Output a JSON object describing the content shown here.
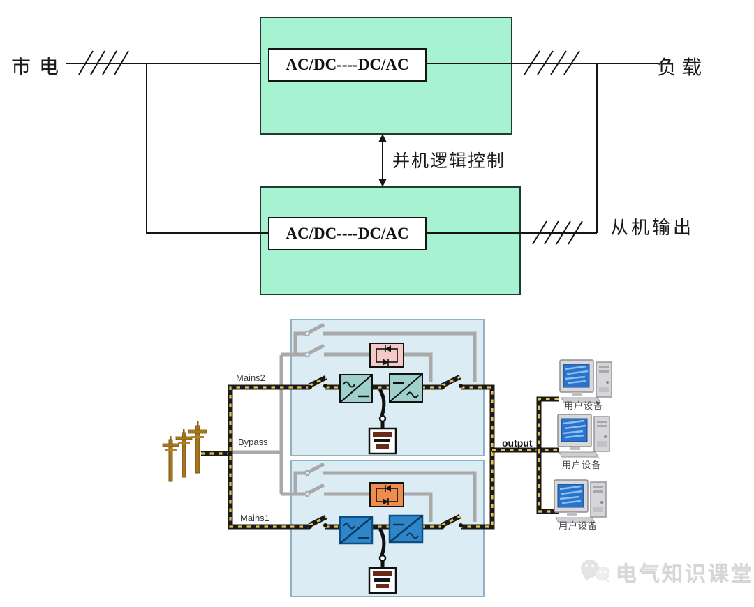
{
  "block_diagram": {
    "mains_label": "市电",
    "load_label": "负载",
    "slave_output_label": "从机输出",
    "parallel_logic_label": "并机逻辑控制",
    "master_unit_label": "AC/DC----DC/AC",
    "slave_unit_label": "AC/DC----DC/AC",
    "block_fill": "#a7f2d0"
  },
  "circuit_diagram": {
    "mains2_label": "Mains2",
    "bypass_label": "Bypass",
    "mains1_label": "Mains1",
    "output_label": "output",
    "user_devices": [
      {
        "label": "用户设备",
        "icon": "desktop-computer-icon"
      },
      {
        "label": "用户设备",
        "icon": "desktop-computer-icon"
      },
      {
        "label": "用户设备",
        "icon": "desktop-computer-icon"
      }
    ],
    "source_icon": "utility-poles-icon",
    "colors": {
      "unit_fill": "#dcecf4",
      "unit_border": "#8fb2c2",
      "static_switch_unit1": "#f6c9c9",
      "static_switch_unit2": "#ef8d4e",
      "converter_unit1": "#9fd0cb",
      "converter_unit2": "#2e86c8",
      "bus_black": "#1a1a1a",
      "bus_yellow": "#e6c34a",
      "bypass_wire_gray": "#a9a9a9"
    }
  },
  "watermark": {
    "text": "电气知识课堂",
    "icon": "wechat-logo-icon"
  }
}
